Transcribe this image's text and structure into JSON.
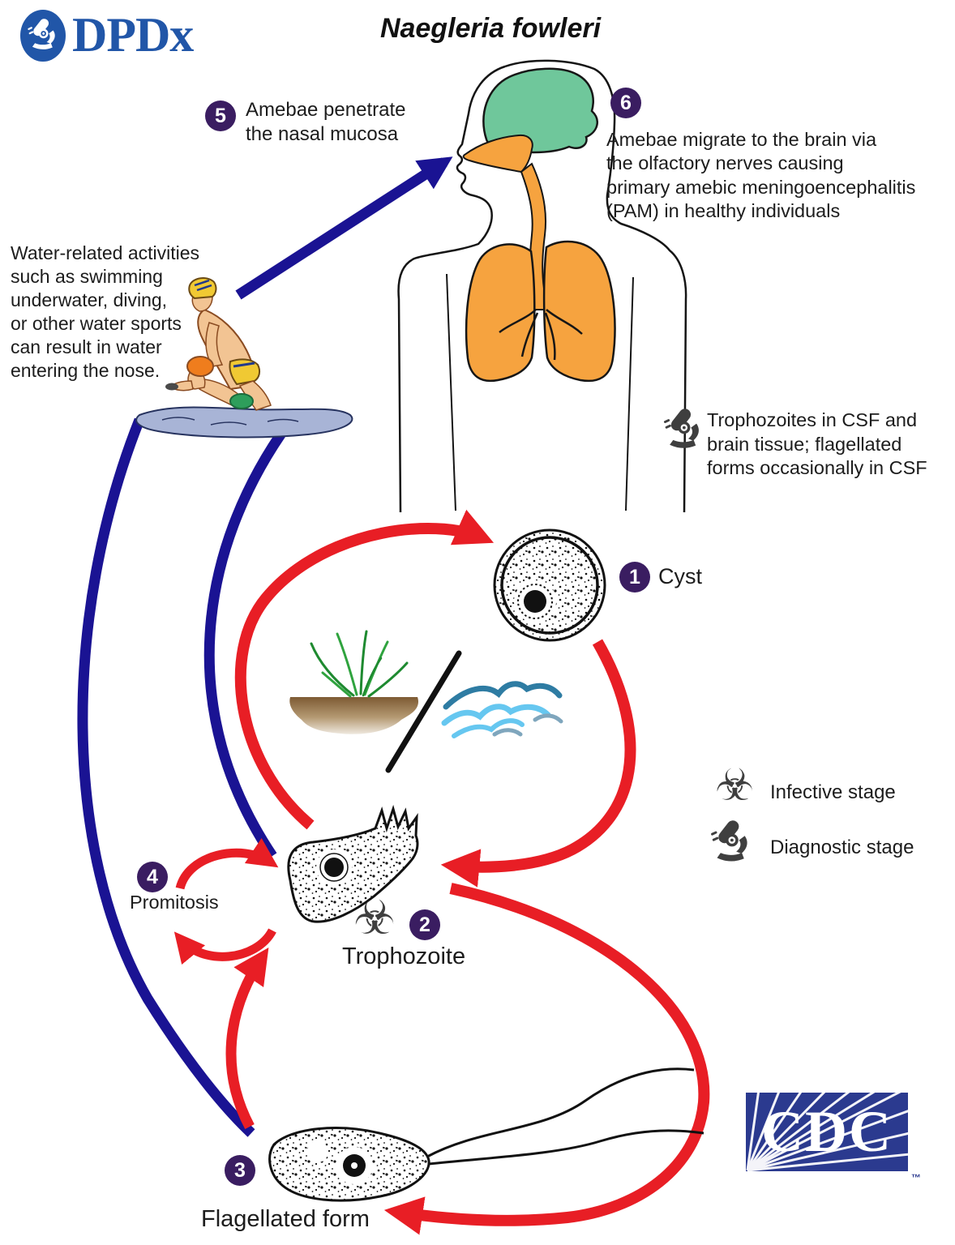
{
  "title": "Naegleria fowleri",
  "logo": {
    "dpdx": "DPDx"
  },
  "steps": [
    {
      "num": "1",
      "label": "Cyst"
    },
    {
      "num": "2",
      "label": "Trophozoite"
    },
    {
      "num": "3",
      "label": "Flagellated form"
    },
    {
      "num": "4",
      "label": "Promitosis"
    },
    {
      "num": "5",
      "text": "Amebae penetrate\nthe nasal mucosa"
    },
    {
      "num": "6",
      "text": "Amebae migrate to the brain via\nthe olfactory nerves causing\nprimary amebic meningoencephalitis\n(PAM) in healthy individuals"
    }
  ],
  "notes": {
    "water_activities": "Water-related activities\nsuch as swimming\nunderwater, diving,\nor other water sports\ncan result in water\nentering the nose.",
    "diagnostic": "Trophozoites in CSF and\nbrain tissue; flagellated\nforms occasionally in CSF"
  },
  "legend": {
    "infective": "Infective stage",
    "diagnostic": "Diagnostic stage"
  },
  "icons": {
    "biohazard": "☣",
    "microscope": "microscope-icon"
  },
  "footer": {
    "cdc": "CDC",
    "tm": "™"
  },
  "colors": {
    "arrow_red": "#e81e25",
    "arrow_blue": "#1a1393",
    "badge_purple": "#3a1d61",
    "brain_green": "#6fc79b",
    "organ_orange": "#f6a33f",
    "dpdx_blue": "#2156a8",
    "cdc_blue": "#2b3a8f"
  }
}
